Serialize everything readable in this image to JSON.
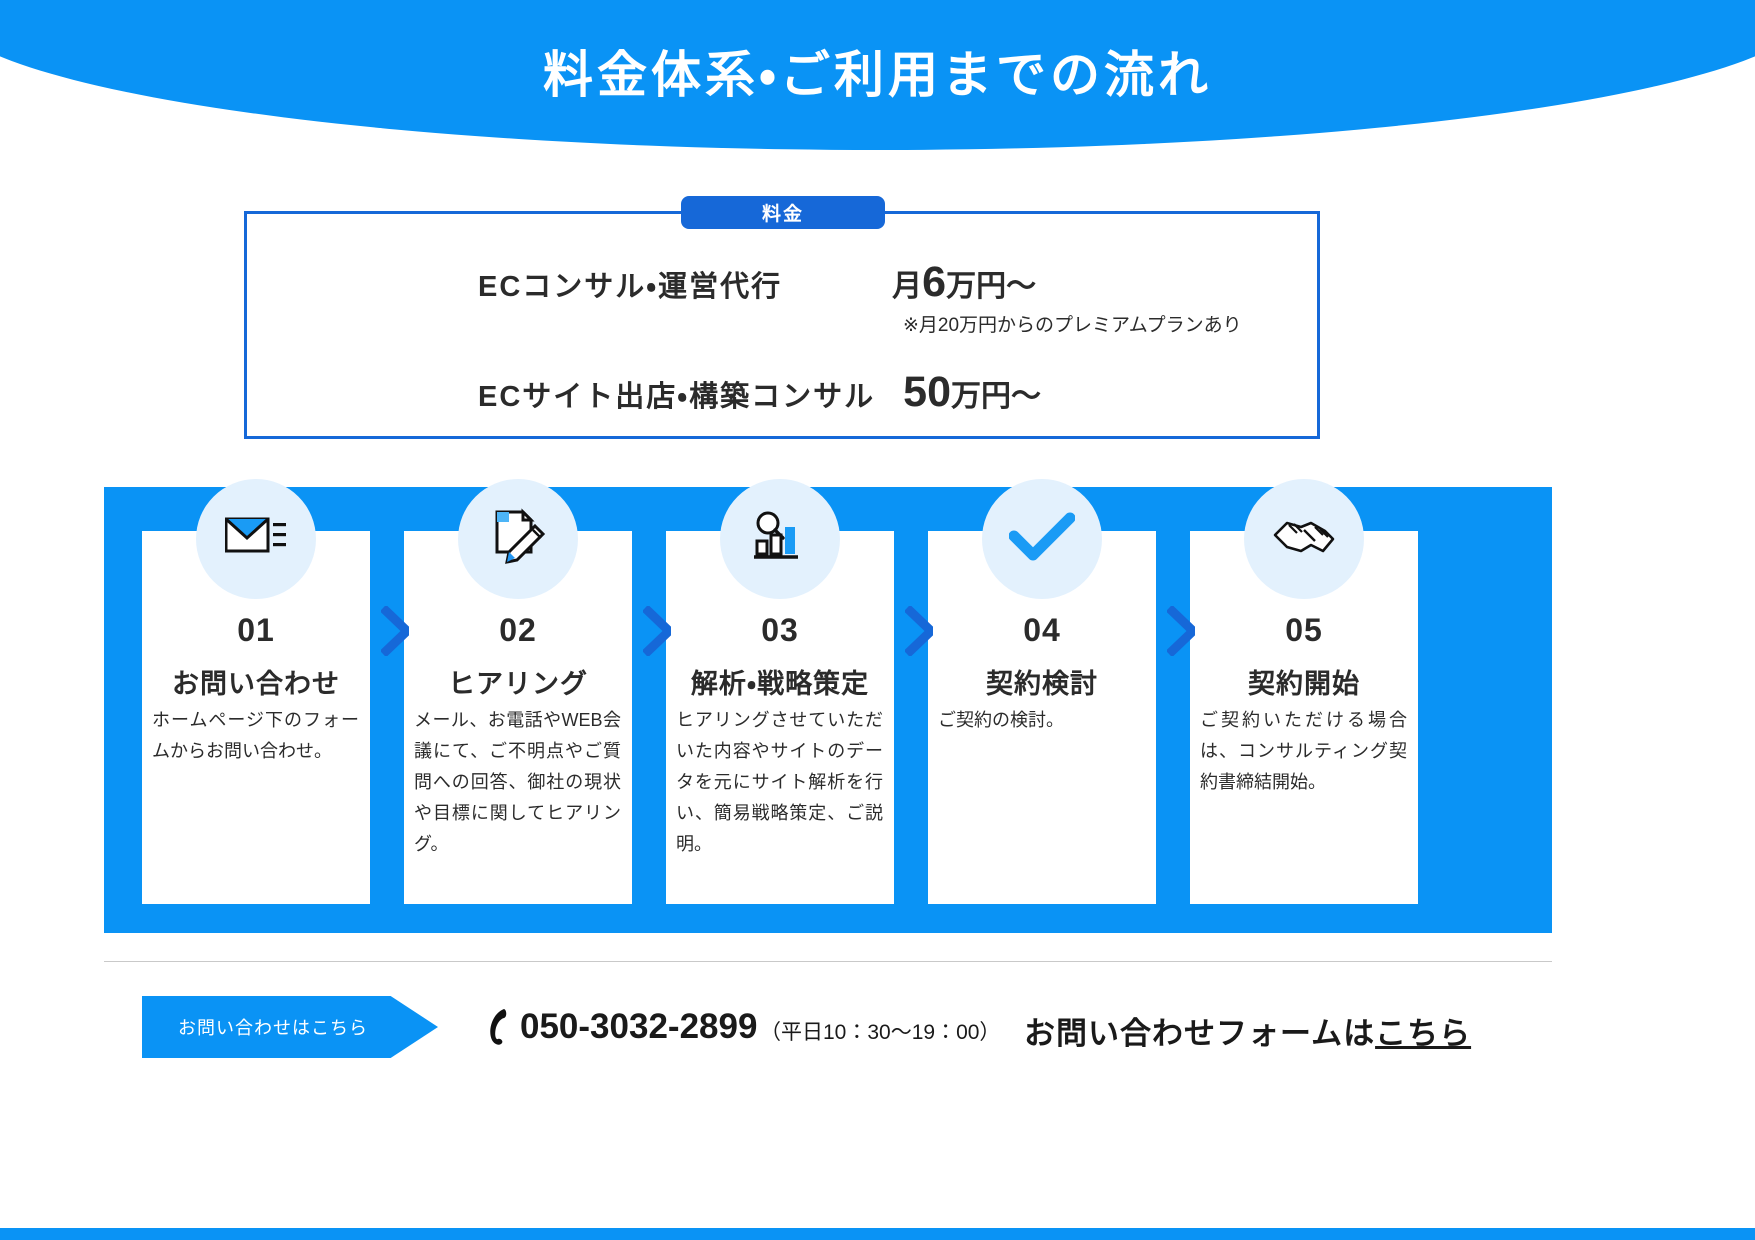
{
  "header": {
    "title": "料金体系・ご利用までの流れ"
  },
  "pricing": {
    "tab_label": "料金",
    "rows": [
      {
        "label": "ECコンサル・運営代行",
        "prefix": "月",
        "amount": "6",
        "suffix": "万円〜",
        "note": "※月20万円からのプレミアムプランあり"
      },
      {
        "label": "ECサイト出店・構築コンサル",
        "prefix": "",
        "amount": "50",
        "suffix": "万円〜",
        "note": ""
      }
    ]
  },
  "steps": [
    {
      "number": "01",
      "title": "お問い合わせ",
      "description": "ホームページ下のフォームからお問い合わせ。",
      "icon": "envelope-icon"
    },
    {
      "number": "02",
      "title": "ヒアリング",
      "description": "メール、お電話やWEB会議にて、ご不明点やご質問への回答、御社の現状や目標に関してヒアリング。",
      "icon": "document-pencil-icon"
    },
    {
      "number": "03",
      "title": "解析・戦略策定",
      "description": "ヒアリングさせていただいた内容やサイトのデータを元にサイト解析を行い、簡易戦略策定、ご説明。",
      "icon": "chart-magnifier-icon"
    },
    {
      "number": "04",
      "title": "契約検討",
      "description": "ご契約の検討。",
      "icon": "check-icon"
    },
    {
      "number": "05",
      "title": "契約開始",
      "description": "ご契約いただける場合は、コンサルティング契約書締結開始。",
      "icon": "handshake-icon"
    }
  ],
  "contact": {
    "badge_label": "お問い合わせはこちら",
    "phone_number": "050-3032-2899",
    "hours": "（平日10：30〜19：00）",
    "form_text_prefix": "お問い合わせフォームは",
    "form_text_link": "こちら"
  },
  "colors": {
    "primary_blue": "#0a93f5",
    "accent_blue": "#1668d8",
    "circle_bg": "#e3f1fd",
    "text_dark": "#2b2b2b"
  }
}
